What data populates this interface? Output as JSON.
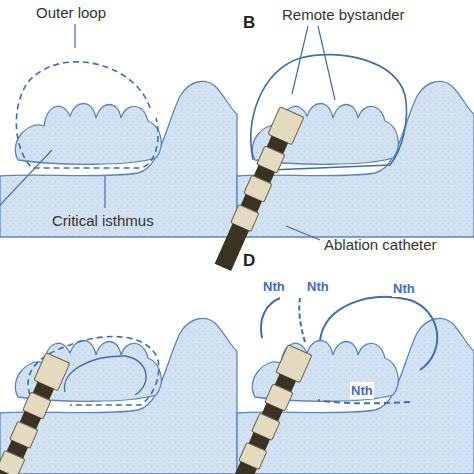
{
  "diagram": {
    "labels": [
      "Outer loop",
      "B",
      "Remote bystander",
      "Critical isthmus",
      "Ablation catheter",
      "D",
      "Nth",
      "Nth",
      "Nth",
      "Nth"
    ]
  }
}
